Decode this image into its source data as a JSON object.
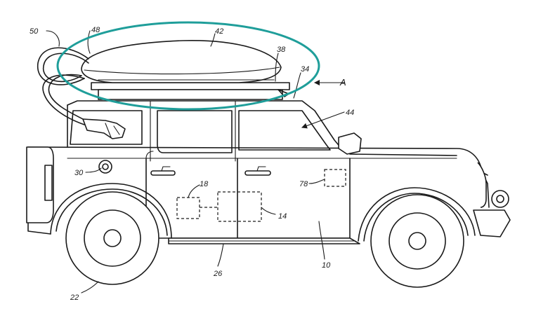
{
  "figure": {
    "labels": {
      "n50": "50",
      "n48": "48",
      "n42": "42",
      "n38": "38",
      "n34": "34",
      "nA": "A",
      "n44": "44",
      "n30": "30",
      "n18": "18",
      "n78": "78",
      "n14": "14",
      "n26": "26",
      "n10": "10",
      "n22": "22"
    },
    "highlight_color": "#1f9e9a",
    "line_color": "#1a1a1a"
  }
}
